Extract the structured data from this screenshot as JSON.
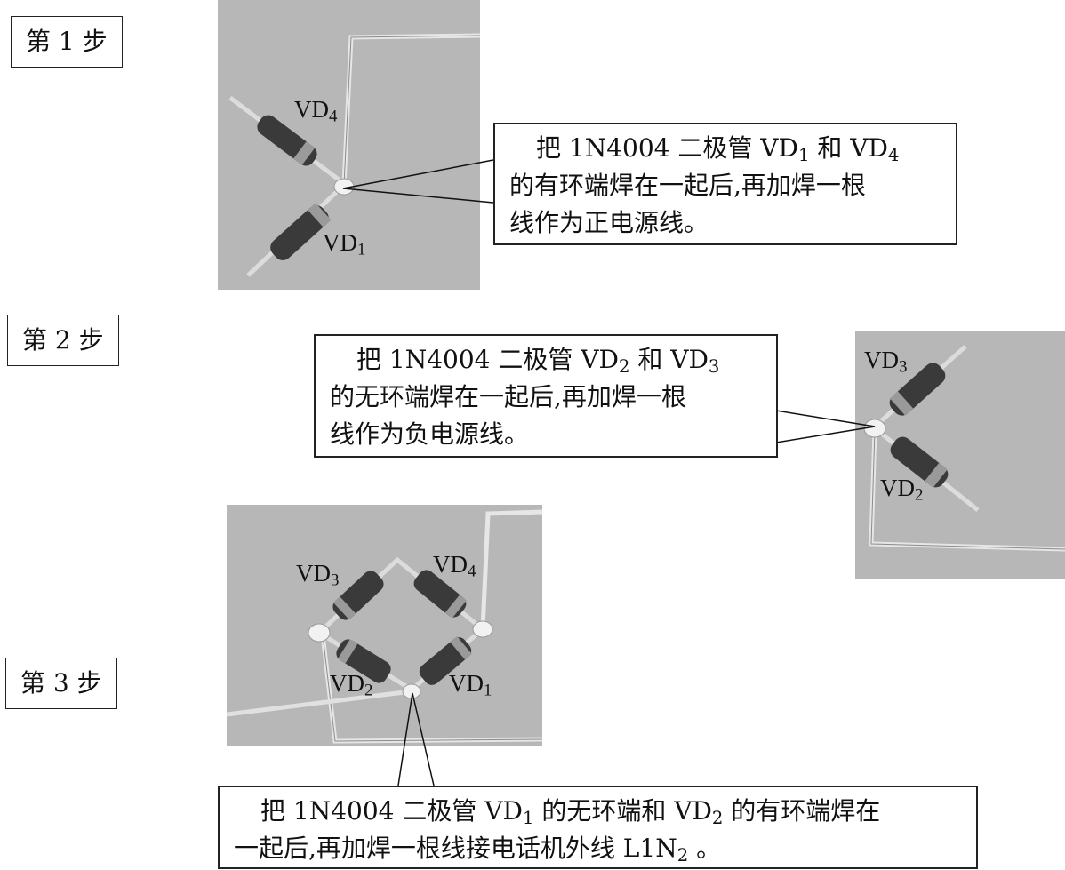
{
  "steps": [
    {
      "label": "第 1 步"
    },
    {
      "label": "第 2 步"
    },
    {
      "label": "第 3 步"
    }
  ],
  "diode_labels": {
    "step1": {
      "top": "VD",
      "top_sub": "4",
      "bottom": "VD",
      "bottom_sub": "1"
    },
    "step2": {
      "top": "VD",
      "top_sub": "3",
      "bottom": "VD",
      "bottom_sub": "2"
    },
    "step3": {
      "a": "VD",
      "a_sub": "3",
      "b": "VD",
      "b_sub": "4",
      "c": "VD",
      "c_sub": "2",
      "d": "VD",
      "d_sub": "1"
    }
  },
  "callouts": {
    "step1": {
      "line1_pre": "把 1N4004 二极管 VD",
      "line1_sub1": "1",
      "line1_mid": " 和 VD",
      "line1_sub2": "4",
      "line2": "的有环端焊在一起后,再加焊一根",
      "line3": "线作为正电源线。"
    },
    "step2": {
      "line1_pre": "把 1N4004 二极管 VD",
      "line1_sub1": "2",
      "line1_mid": " 和 VD",
      "line1_sub2": "3",
      "line2": "的无环端焊在一起后,再加焊一根",
      "line3": "线作为负电源线。"
    },
    "step3": {
      "line1_pre": "把 1N4004 二极管 VD",
      "line1_sub1": "1",
      "line1_mid": " 的无环端和 VD",
      "line1_sub2": "2",
      "line1_post": " 的有环端焊在",
      "line2_pre": "一起后,再加焊一根线接电话机外线 L1N",
      "line2_sub": "2",
      "line2_post": " 。"
    }
  }
}
